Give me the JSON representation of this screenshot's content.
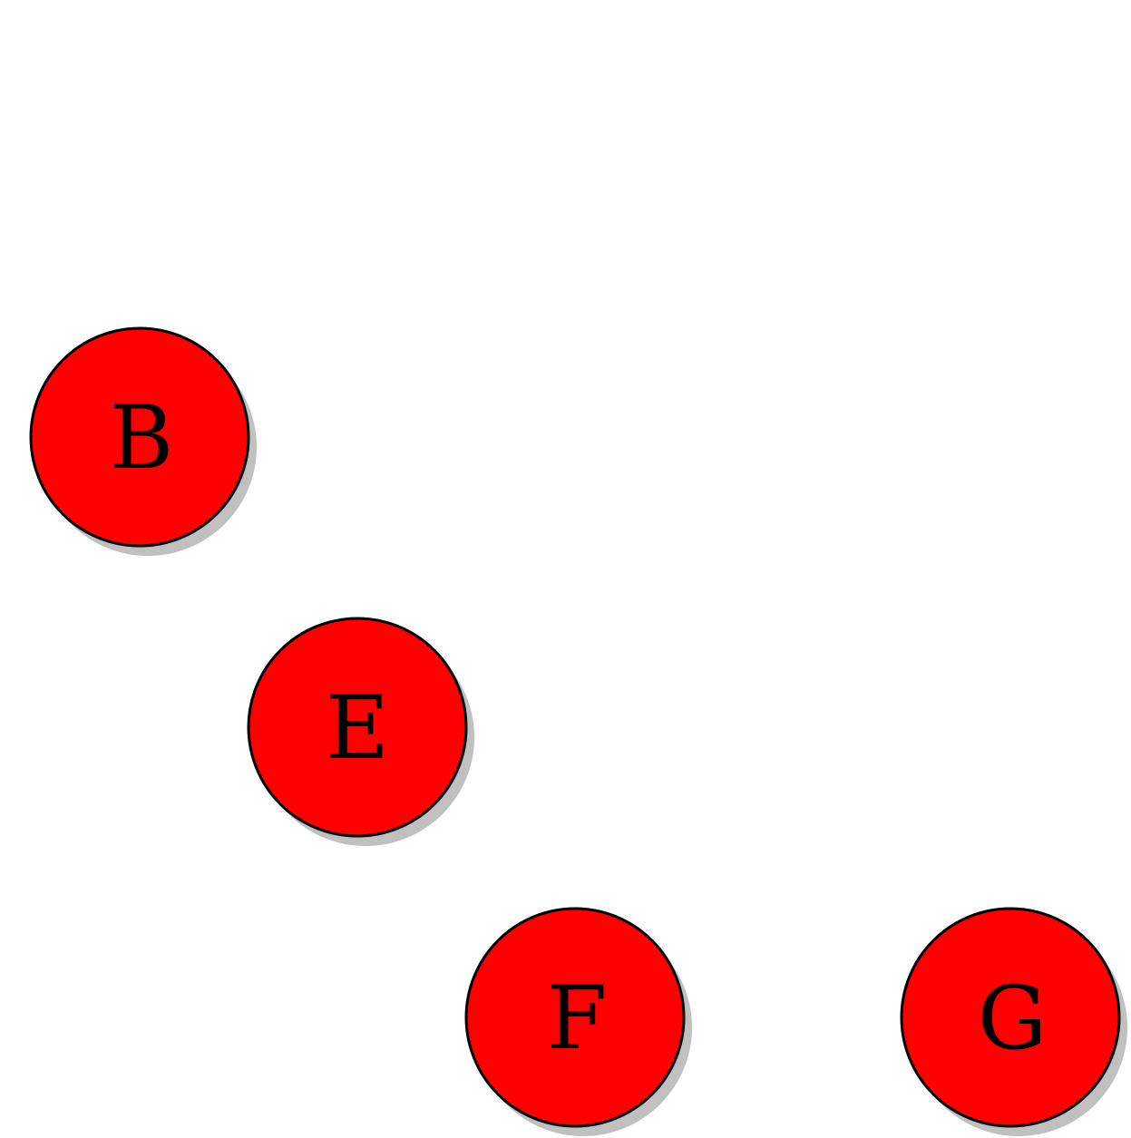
{
  "diagram": {
    "nodes": [
      {
        "id": "B",
        "label": "B"
      },
      {
        "id": "E",
        "label": "E"
      },
      {
        "id": "F",
        "label": "F"
      },
      {
        "id": "G",
        "label": "G"
      }
    ],
    "colors": {
      "node_fill": "#ff0000",
      "node_stroke": "#000000",
      "shadow": "#c0c0c0",
      "background": "#ffffff"
    }
  }
}
